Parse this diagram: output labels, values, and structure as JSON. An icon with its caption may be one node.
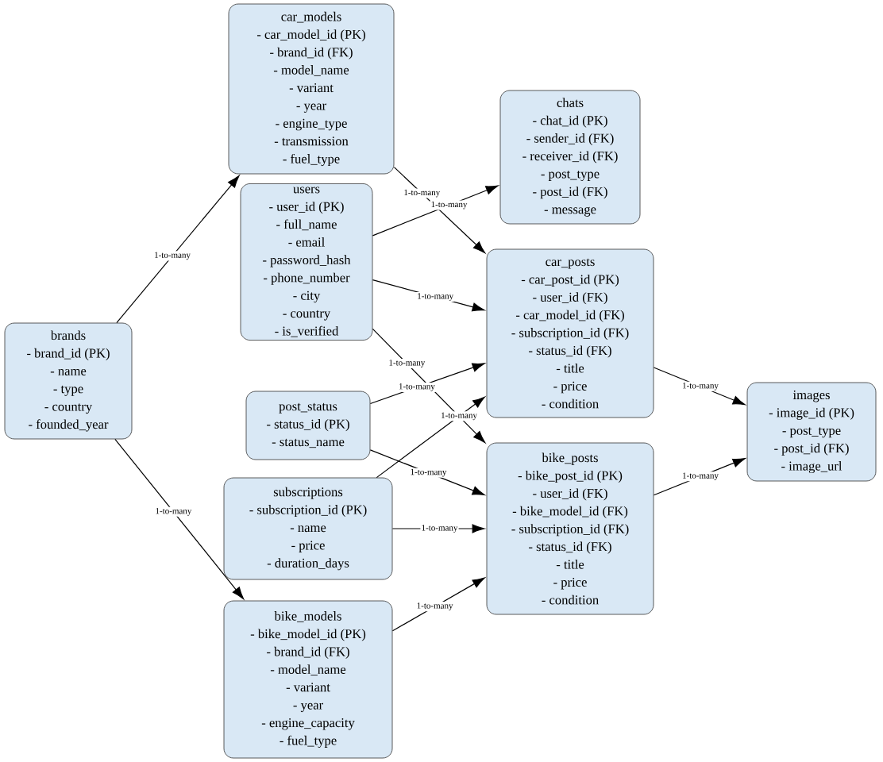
{
  "diagram": {
    "nodes": [
      {
        "text": [
          "brands",
          "- brand_id (PK)",
          "- name",
          "- type",
          "- country",
          "- founded_year"
        ]
      },
      {
        "text": [
          "car_models",
          "- car_model_id (PK)",
          "- brand_id (FK)",
          "- model_name",
          "- variant",
          "- year",
          "- engine_type",
          "- transmission",
          "- fuel_type"
        ]
      },
      {
        "text": [
          "users",
          "- user_id (PK)",
          "- full_name",
          "- email",
          "- password_hash",
          "- phone_number",
          "- city",
          "- country",
          "- is_verified"
        ]
      },
      {
        "text": [
          "post_status",
          "- status_id (PK)",
          "- status_name"
        ]
      },
      {
        "text": [
          "subscriptions",
          "- subscription_id (PK)",
          "- name",
          "- price",
          "- duration_days"
        ]
      },
      {
        "text": [
          "bike_models",
          "- bike_model_id (PK)",
          "- brand_id (FK)",
          "- model_name",
          "- variant",
          "- year",
          "- engine_capacity",
          "- fuel_type"
        ]
      },
      {
        "text": [
          "chats",
          "- chat_id (PK)",
          "- sender_id (FK)",
          "- receiver_id (FK)",
          "- post_type",
          "- post_id (FK)",
          "- message"
        ]
      },
      {
        "text": [
          "car_posts",
          "- car_post_id (PK)",
          "- user_id (FK)",
          "- car_model_id (FK)",
          "- subscription_id (FK)",
          "- status_id (FK)",
          "- title",
          "- price",
          "- condition"
        ]
      },
      {
        "text": [
          "bike_posts",
          "- bike_post_id (PK)",
          "- user_id (FK)",
          "- bike_model_id (FK)",
          "- subscription_id (FK)",
          "- status_id (FK)",
          "- title",
          "- price",
          "- condition"
        ]
      },
      {
        "text": [
          "images",
          "- image_id (PK)",
          "- post_type",
          "- post_id (FK)",
          "- image_url"
        ]
      }
    ],
    "edges": [
      {
        "from": 0,
        "to": 1,
        "arrow": "to",
        "label": "1-to-many"
      },
      {
        "from": 0,
        "to": 5,
        "arrow": "to",
        "label": "1-to-many"
      },
      {
        "from": 1,
        "to": 7,
        "arrow": "to",
        "label": "1-to-many"
      },
      {
        "from": 2,
        "to": 6,
        "arrow": "to",
        "label": "1-to-many"
      },
      {
        "from": 2,
        "to": 7,
        "arrow": "to",
        "label": "1-to-many"
      },
      {
        "from": 2,
        "to": 8,
        "arrow": "to",
        "label": "1-to-many"
      },
      {
        "from": 3,
        "to": 7,
        "arrow": "to",
        "label": "1-to-many"
      },
      {
        "from": 3,
        "to": 8,
        "arrow": "to",
        "label": "1-to-many"
      },
      {
        "from": 4,
        "to": 7,
        "arrow": "to",
        "label": "1-to-many"
      },
      {
        "from": 4,
        "to": 8,
        "arrow": "to",
        "label": "1-to-many"
      },
      {
        "from": 5,
        "to": 8,
        "arrow": "to",
        "label": "1-to-many"
      },
      {
        "from": 7,
        "to": 9,
        "arrow": "to",
        "label": "1-to-many"
      },
      {
        "from": 8,
        "to": 9,
        "arrow": "to",
        "label": "1-to-many"
      }
    ]
  }
}
